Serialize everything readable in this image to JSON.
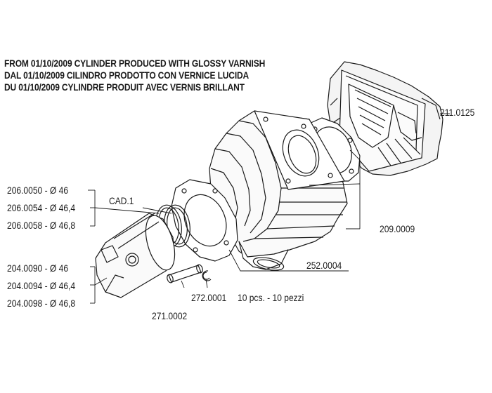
{
  "notes": [
    "FROM 01/10/2009 CYLINDER PRODUCED WITH GLOSSY VARNISH",
    "DAL 01/10/2009 CILINDRO PRODOTTO CON VERNICE LUCIDA",
    "DU 01/10/2009 CYLINDRE PRODUIT AVEC VERNIS BRILLANT"
  ],
  "rings": {
    "qty_label": "CAD.1",
    "codes": [
      "206.0050 - Ø 46",
      "206.0054 - Ø 46,4",
      "206.0058 - Ø 46,8"
    ]
  },
  "pistons": {
    "codes": [
      "204.0090 - Ø 46",
      "204.0094 - Ø 46,4",
      "204.0098 - Ø 46,8"
    ]
  },
  "parts": {
    "head": "211.0125",
    "cylinder": "209.0009",
    "base_gasket": "252.0004",
    "clip": "272.0001",
    "clip_qty": "10 pcs. - 10 pezzi",
    "pin": "271.0002"
  },
  "colors": {
    "line": "#1a1a1a",
    "background": "#ffffff"
  }
}
